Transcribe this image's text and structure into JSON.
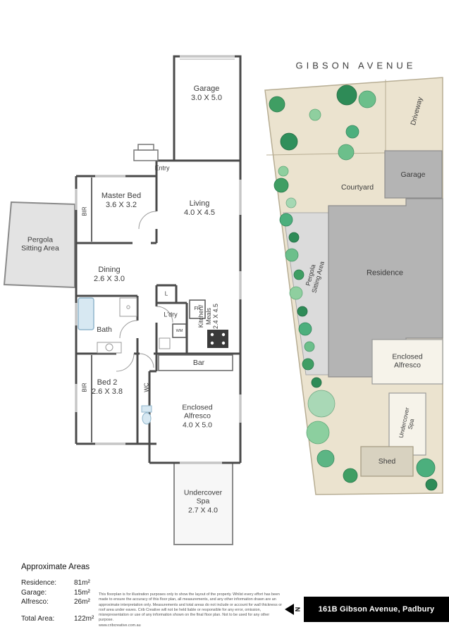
{
  "site_plan": {
    "street": "GIBSON AVENUE",
    "driveway": "Driveway",
    "garage": "Garage",
    "courtyard": "Courtyard",
    "residence": "Residence",
    "pergola": {
      "line1": "Pergola",
      "line2": "Sitting Area"
    },
    "enclosed_alfresco": {
      "line1": "Enclosed",
      "line2": "Alfresco"
    },
    "undercover_spa": {
      "line1": "Undercover",
      "line2": "Spa"
    },
    "shed": "Shed"
  },
  "floor_plan": {
    "garage": {
      "name": "Garage",
      "dims": "3.0 X 5.0"
    },
    "entry": {
      "name": "Entry"
    },
    "master_bed": {
      "name": "Master Bed",
      "dims": "3.6 X 3.2"
    },
    "living": {
      "name": "Living",
      "dims": "4.0 X 4.5"
    },
    "pergola": {
      "line1": "Pergola",
      "line2": "Sitting Area"
    },
    "dining": {
      "name": "Dining",
      "dims": "2.6 X 3.0"
    },
    "bath": {
      "name": "Bath"
    },
    "linen": {
      "name": "L"
    },
    "laundry": {
      "name": "L'dry"
    },
    "fridge": {
      "name": "FR"
    },
    "washing_machine": {
      "name": "WM"
    },
    "kitchen": {
      "line1": "Kitchen/",
      "line2": "Meals",
      "dims": "2.4 X 4.5"
    },
    "bar": {
      "name": "Bar"
    },
    "bed2": {
      "name": "Bed 2",
      "dims": "2.6 X 3.8"
    },
    "wc": {
      "name": "WC"
    },
    "bir": "BIR",
    "enclosed_alfresco": {
      "line1": "Enclosed",
      "line2": "Alfresco",
      "dims": "4.0 X 5.0"
    },
    "undercover_spa": {
      "line1": "Undercover",
      "line2": "Spa",
      "dims": "2.7 X 4.0"
    }
  },
  "areas": {
    "title": "Approximate Areas",
    "rows": [
      {
        "label": "Residence:",
        "value": "81m²"
      },
      {
        "label": "Garage:",
        "value": "15m²"
      },
      {
        "label": "Alfresco:",
        "value": "26m²"
      }
    ],
    "total_label": "Total Area:",
    "total_value": "122m²"
  },
  "disclaimer": "This floorplan is for illustration purposes only to show the layout of the property. Whilst every effort has been made to ensure the accuracy of this floor plan, all measurements, and any other information drawn are an approximate interpretation only. Measurements and total areas do not include or account for wall thickness or roof area under eaves. Crib Creative will not be held liable or responsible for any error, omission, misrepresentation or use of any information shown on the final floor plan. Not to be used for any other purpose.\nwww.cribcreative.com.au",
  "footer": {
    "address": "161B Gibson Avenue, Padbury",
    "compass": "N"
  },
  "colors": {
    "wall": "#4a4a4a",
    "lot_beige": "#ebe3cf",
    "building_gray": "#b4b4b4",
    "tree_green": "#3f9e63",
    "footer_black": "#000000"
  }
}
